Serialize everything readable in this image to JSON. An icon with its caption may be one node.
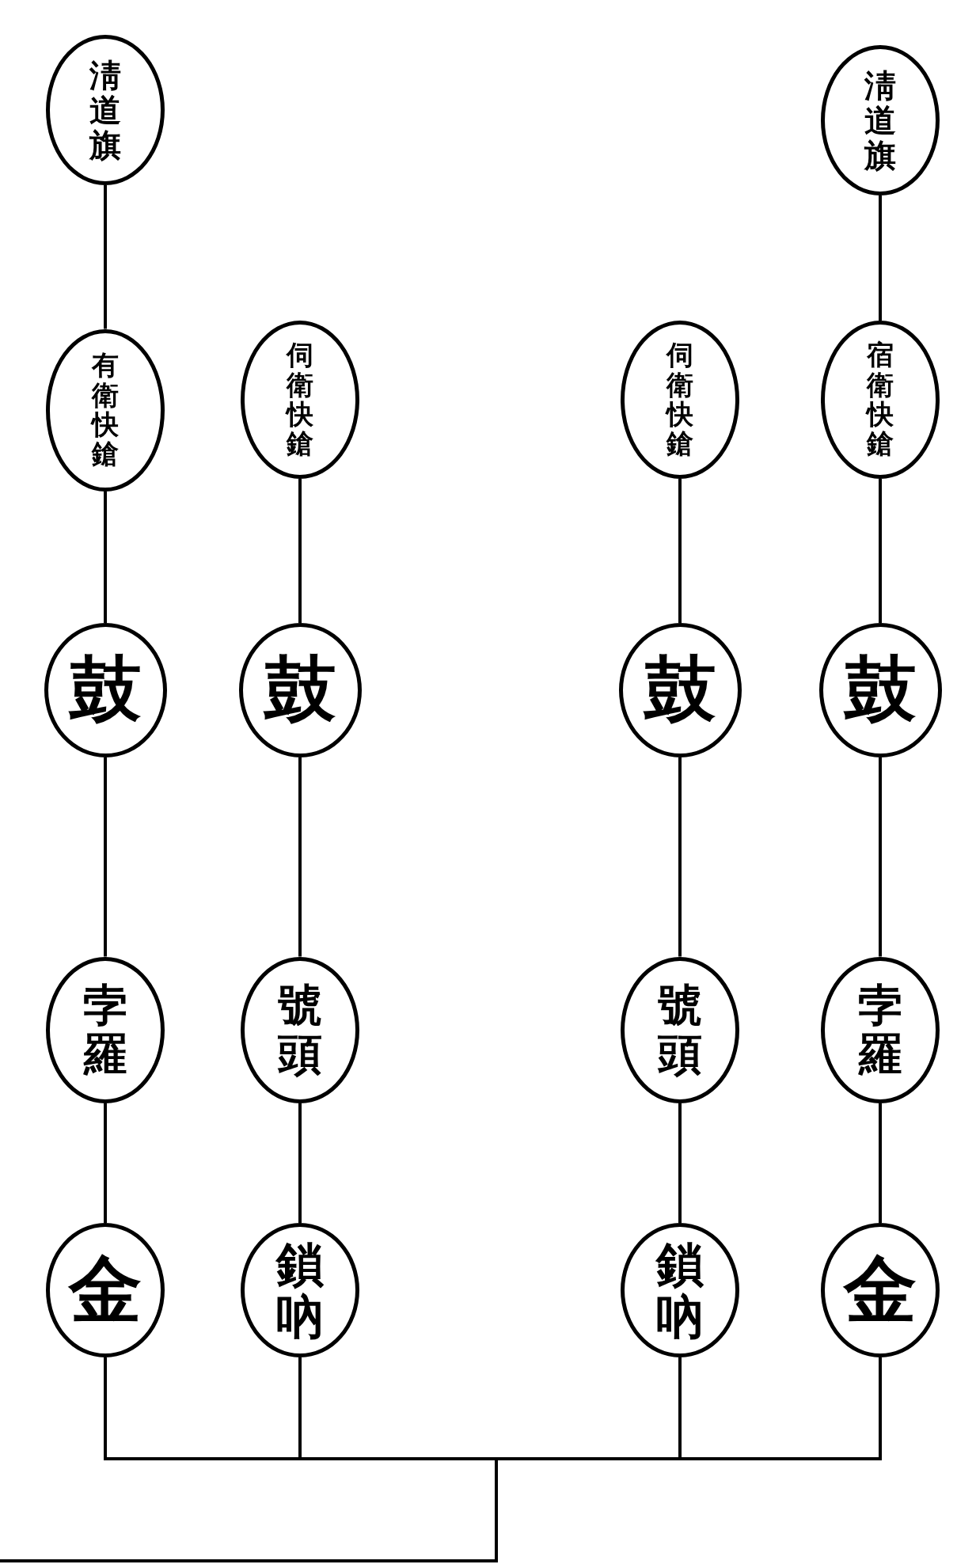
{
  "diagram": {
    "nodes": [
      {
        "text": [
          "淸道旗"
        ]
      },
      {
        "text": [
          "淸道旗"
        ]
      },
      {
        "text": [
          "有衛快鎗"
        ]
      },
      {
        "text": [
          "伺衛快鎗"
        ]
      },
      {
        "text": [
          "伺衛快鎗"
        ]
      },
      {
        "text": [
          "宿衛快鎗"
        ]
      },
      {
        "text": [
          "鼓"
        ]
      },
      {
        "text": [
          "鼓"
        ]
      },
      {
        "text": [
          "鼓"
        ]
      },
      {
        "text": [
          "鼓"
        ]
      },
      {
        "text": [
          "孛羅"
        ]
      },
      {
        "text": [
          "號頭"
        ]
      },
      {
        "text": [
          "號頭"
        ]
      },
      {
        "text": [
          "孛羅"
        ]
      },
      {
        "text": [
          "金"
        ]
      },
      {
        "text": [
          "鎖吶"
        ]
      },
      {
        "text": [
          "鎖吶"
        ]
      },
      {
        "text": [
          "金"
        ]
      }
    ],
    "edges": [
      {
        "from": 0,
        "to": 2,
        "arrow": "none"
      },
      {
        "from": 2,
        "to": 6,
        "arrow": "none"
      },
      {
        "from": 6,
        "to": 10,
        "arrow": "none"
      },
      {
        "from": 10,
        "to": 14,
        "arrow": "none"
      },
      {
        "from": 3,
        "to": 7,
        "arrow": "none"
      },
      {
        "from": 7,
        "to": 11,
        "arrow": "none"
      },
      {
        "from": 11,
        "to": 15,
        "arrow": "none"
      },
      {
        "from": 4,
        "to": 8,
        "arrow": "none"
      },
      {
        "from": 8,
        "to": 12,
        "arrow": "none"
      },
      {
        "from": 12,
        "to": 16,
        "arrow": "none"
      },
      {
        "from": 1,
        "to": 5,
        "arrow": "none"
      },
      {
        "from": 5,
        "to": 9,
        "arrow": "none"
      },
      {
        "from": 9,
        "to": 13,
        "arrow": "none"
      },
      {
        "from": 13,
        "to": 17,
        "arrow": "none"
      },
      {
        "from": 14,
        "to": null,
        "arrow": "none"
      },
      {
        "from": 15,
        "to": null,
        "arrow": "none"
      },
      {
        "from": 16,
        "to": null,
        "arrow": "none"
      },
      {
        "from": 17,
        "to": null,
        "arrow": "none"
      }
    ]
  }
}
